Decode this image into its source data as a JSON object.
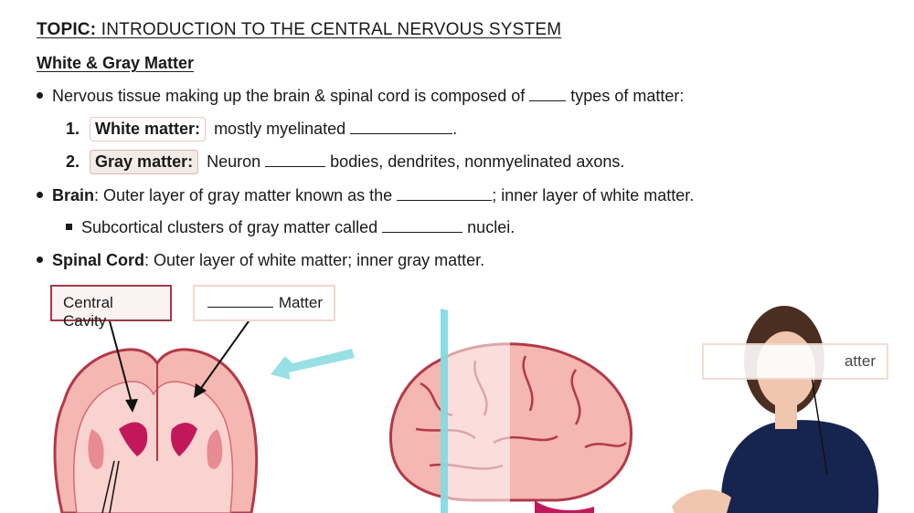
{
  "topic": {
    "label": "TOPIC:",
    "title": "INTRODUCTION TO THE CENTRAL NERVOUS SYSTEM"
  },
  "section_title": "White & Gray Matter",
  "lines": {
    "l1": "Nervous tissue making up the brain & spinal cord is composed of",
    "l1_end": "types of matter:",
    "item1_num": "1.",
    "item1_term": "White matter:",
    "item1_text": "mostly myelinated",
    "item1_end": ".",
    "item2_num": "2.",
    "item2_term": "Gray matter:",
    "item2_text": "Neuron",
    "item2_end": "bodies, dendrites, nonmyelinated axons.",
    "brain_term": "Brain",
    "brain_text": ": Outer layer of gray matter known as the",
    "brain_end": "; inner layer of white matter.",
    "sub_text": "Subcortical clusters of gray matter called",
    "sub_end": "nuclei.",
    "spinal_term": "Spinal Cord",
    "spinal_text": ": Outer layer of white matter; inner gray matter."
  },
  "labels": {
    "central_cavity": "Central Cavity",
    "matter": "Matter",
    "matter2": "atter"
  },
  "colors": {
    "brain_fill": "#f5b7b1",
    "brain_dark": "#c2185b",
    "brain_outline": "#b23a48",
    "arrow_teal": "#7fd8e0",
    "presenter_top": "#16254f"
  }
}
